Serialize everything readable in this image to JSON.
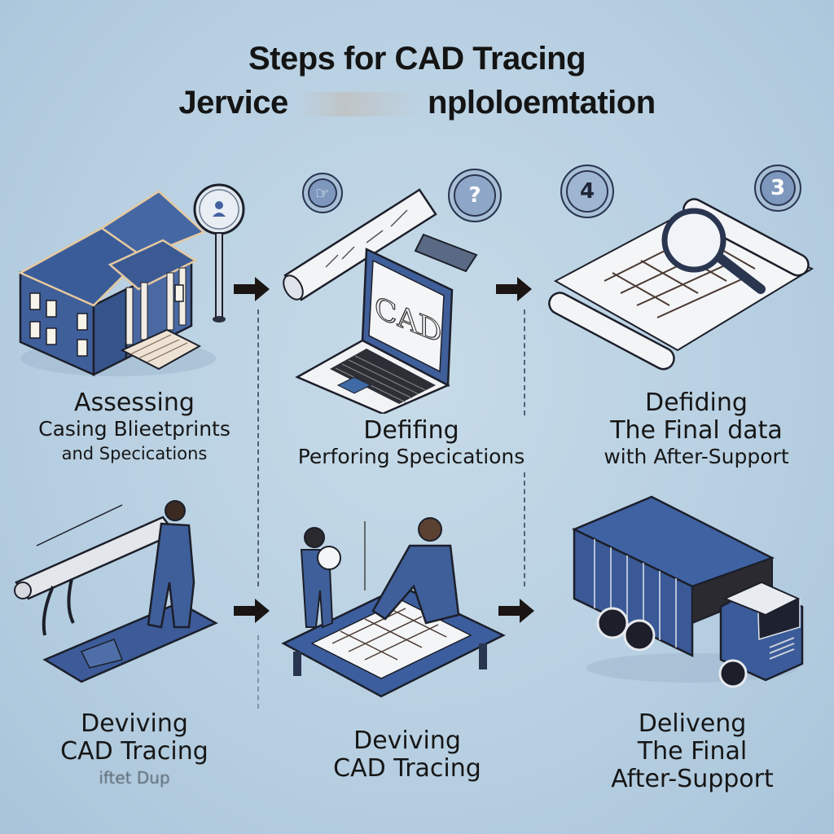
{
  "title": {
    "line1": "Steps for CAD Tracing",
    "line2_start": "Jervice",
    "line2_end": "nplоlоemtation"
  },
  "badges": [
    {
      "name": "step-badge-left",
      "text": "☞"
    },
    {
      "name": "step-badge-question",
      "text": "?"
    },
    {
      "name": "step-badge-four",
      "text": "4"
    },
    {
      "name": "step-badge-three",
      "text": "3"
    }
  ],
  "colors": {
    "background": "#b8d0e2",
    "accent_blue": "#3f5f9a",
    "outline": "#1c1f2a",
    "paper": "#f4f6f8",
    "arrow": "#1a1412"
  },
  "steps": [
    {
      "id": "step-1",
      "illustration": "house-and-magnifier",
      "heading": "Assessing",
      "lines": [
        "Casing Blieetprints",
        "and Specications"
      ]
    },
    {
      "id": "step-2",
      "illustration": "laptop-cad-and-blueprint-roll",
      "screen_text": "CAD",
      "heading": "Defifing",
      "lines": [
        "Perforing Specications"
      ]
    },
    {
      "id": "step-3",
      "illustration": "blueprint-scroll-with-magnifier",
      "heading": "Defiding",
      "lines": [
        "The Final data",
        "with After-Support"
      ]
    },
    {
      "id": "step-4",
      "illustration": "worker-with-scanner",
      "heading": "Deviving",
      "lines": [
        "CAD Tracing",
        "iftet Dup"
      ]
    },
    {
      "id": "step-5",
      "illustration": "workers-at-drafting-table",
      "heading": "Deviving",
      "lines": [
        "CAD Tracing"
      ]
    },
    {
      "id": "step-6",
      "illustration": "delivery-truck",
      "heading": "Deliveng",
      "lines": [
        "The Final",
        "After-Support"
      ]
    }
  ]
}
